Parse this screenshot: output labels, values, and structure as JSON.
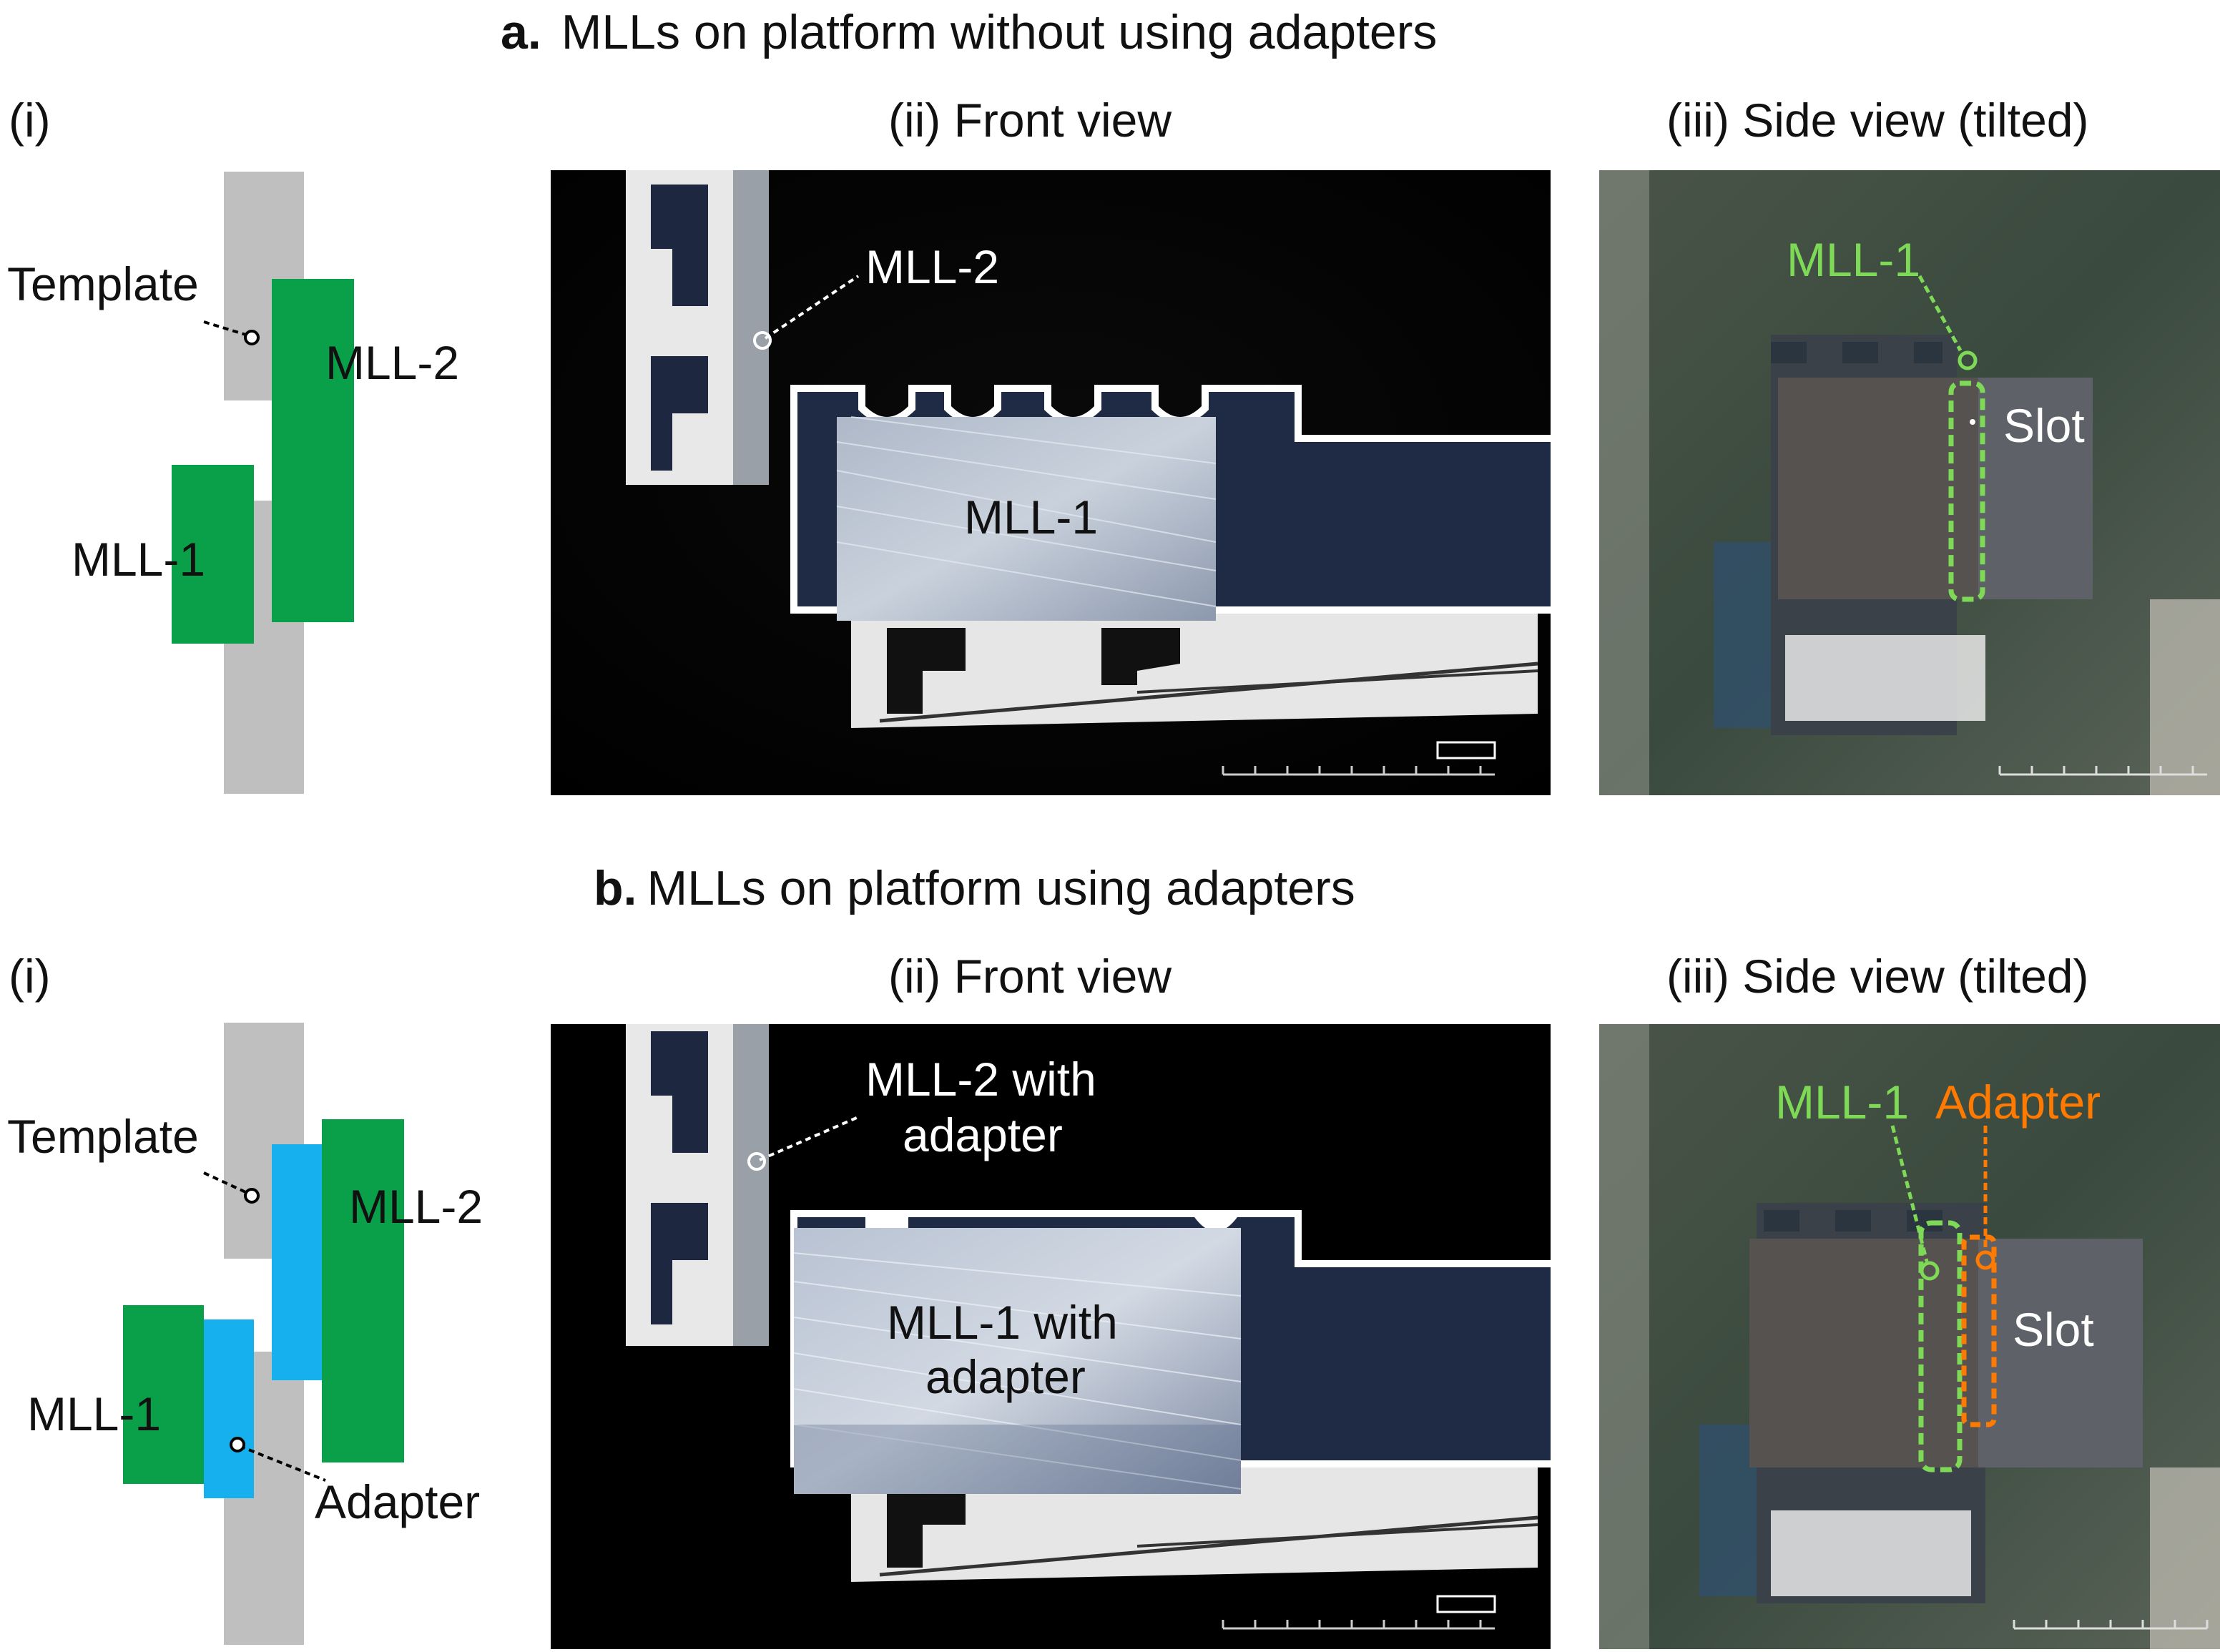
{
  "section_a": {
    "letter": "a.",
    "title": "MLLs on platform without using adapters",
    "panel_i": "(i)",
    "panel_ii": "(ii) Front view",
    "panel_iii": "(iii) Side view (tilted)",
    "schematic": {
      "template": "Template",
      "mll2": "MLL-2",
      "mll1": "MLL-1"
    },
    "front": {
      "mll2": "MLL-2",
      "mll1": "MLL-1"
    },
    "side": {
      "mll1": "MLL-1",
      "slot": "Slot"
    }
  },
  "section_b": {
    "letter": "b.",
    "title": "MLLs on platform using adapters",
    "panel_i": "(i)",
    "panel_ii": "(ii) Front view",
    "panel_iii": "(iii) Side view (tilted)",
    "schematic": {
      "template": "Template",
      "mll2": "MLL-2",
      "mll1": "MLL-1",
      "adapter": "Adapter"
    },
    "front": {
      "mll2_line1": "MLL-2 with",
      "mll2_line2": "adapter",
      "mll1_line1": "MLL-1 with",
      "mll1_line2": "adapter"
    },
    "side": {
      "mll1": "MLL-1",
      "adapter": "Adapter",
      "slot": "Slot"
    }
  },
  "colors": {
    "template": "#bfbfbf",
    "mll": "#0aa04a",
    "adapter": "#16b0ee",
    "highlight_green": "#7ed957",
    "highlight_orange": "#ff7a00",
    "photo_bg": "#000000",
    "platform_navy": "#1f2a44"
  }
}
